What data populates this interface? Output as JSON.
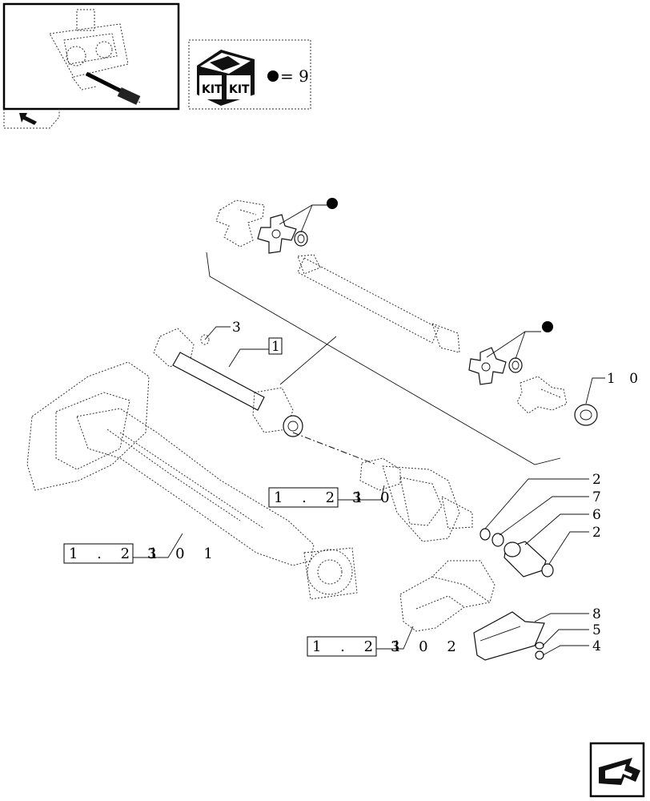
{
  "kit": {
    "label_left": "KIT",
    "label_right": "KIT",
    "equals_text": "= 9"
  },
  "callouts": {
    "item_1": "1",
    "item_2a": "2",
    "item_2b": "2",
    "item_3": "3",
    "item_4": "4",
    "item_5": "5",
    "item_6": "6",
    "item_7": "7",
    "item_8": "8",
    "item_10": "1 0"
  },
  "references": {
    "ref_a_box": "1 . 2 1",
    "ref_a_tail": "3 0",
    "ref_b_box": "1 . 2 1",
    "ref_b_tail": "3 0 1",
    "ref_c_box": "1 . 2 1",
    "ref_c_tail": "3 0 2"
  }
}
